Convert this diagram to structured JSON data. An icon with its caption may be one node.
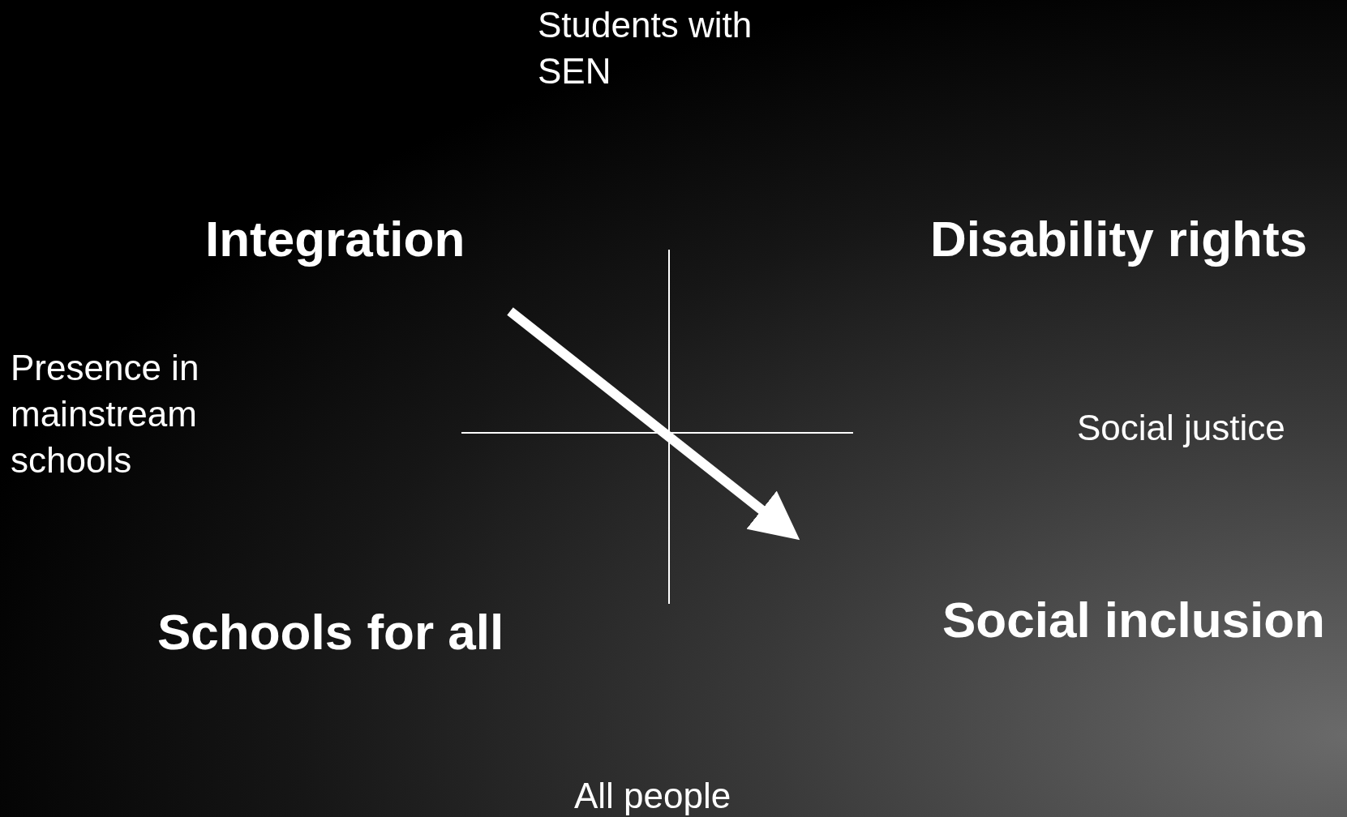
{
  "diagram": {
    "labels": [
      "Students with SEN",
      "Integration",
      "Disability rights",
      "Presence in mainstream schools",
      "Social justice",
      "Schools for all",
      "Social inclusion",
      "All people"
    ]
  }
}
